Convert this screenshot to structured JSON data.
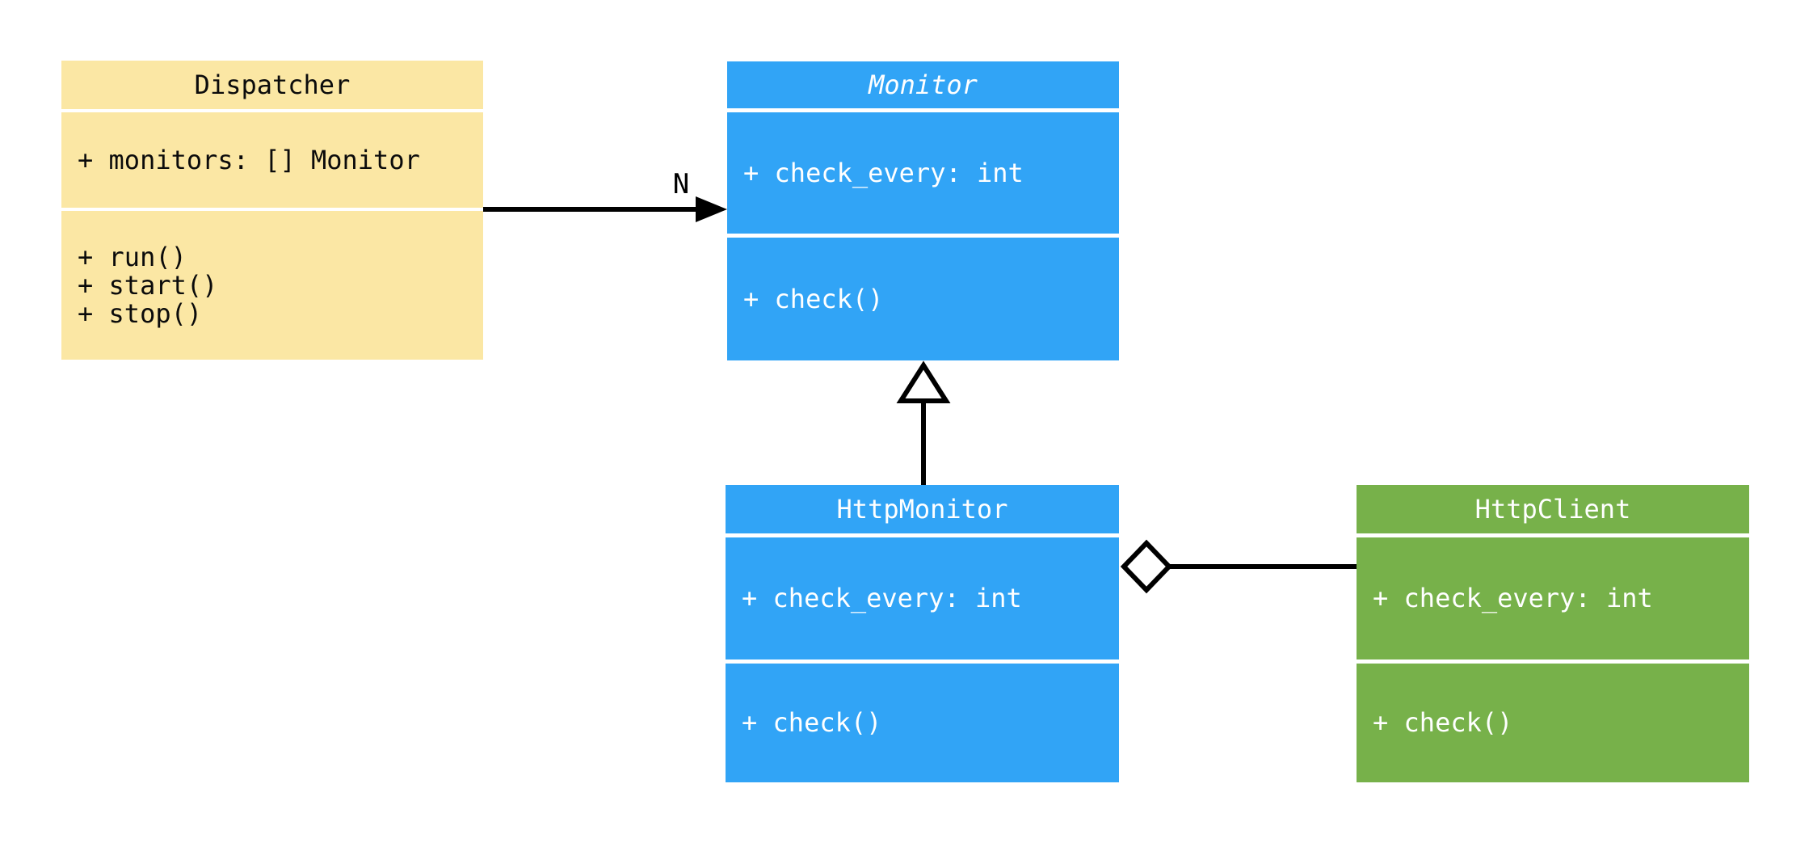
{
  "diagram": {
    "type": "uml-class-diagram",
    "line_color": "#000000",
    "classes": [
      {
        "id": "dispatcher",
        "name": "Dispatcher",
        "abstract": false,
        "color": "#FBE7A4",
        "text_color": "#0B0B0B",
        "attributes": [
          "+ monitors: [] Monitor"
        ],
        "methods": [
          "+ run()",
          "+ start()",
          "+ stop()"
        ]
      },
      {
        "id": "monitor",
        "name": "Monitor",
        "abstract": true,
        "color": "#31A4F6",
        "text_color": "#FFFFFF",
        "attributes": [
          "+ check_every: int"
        ],
        "methods": [
          "+ check()"
        ]
      },
      {
        "id": "http-monitor",
        "name": "HttpMonitor",
        "abstract": false,
        "color": "#31A4F6",
        "text_color": "#FFFFFF",
        "attributes": [
          "+ check_every: int"
        ],
        "methods": [
          "+ check()"
        ]
      },
      {
        "id": "http-client",
        "name": "HttpClient",
        "abstract": false,
        "color": "#77B14A",
        "text_color": "#FFFFFF",
        "attributes": [
          "+ check_every: int"
        ],
        "methods": [
          "+ check()"
        ]
      }
    ],
    "relationships": [
      {
        "type": "association",
        "from": "Dispatcher",
        "to": "Monitor",
        "multiplicity": "N"
      },
      {
        "type": "inheritance",
        "from": "HttpMonitor",
        "to": "Monitor"
      },
      {
        "type": "aggregation",
        "from": "HttpMonitor",
        "to": "HttpClient"
      }
    ]
  }
}
